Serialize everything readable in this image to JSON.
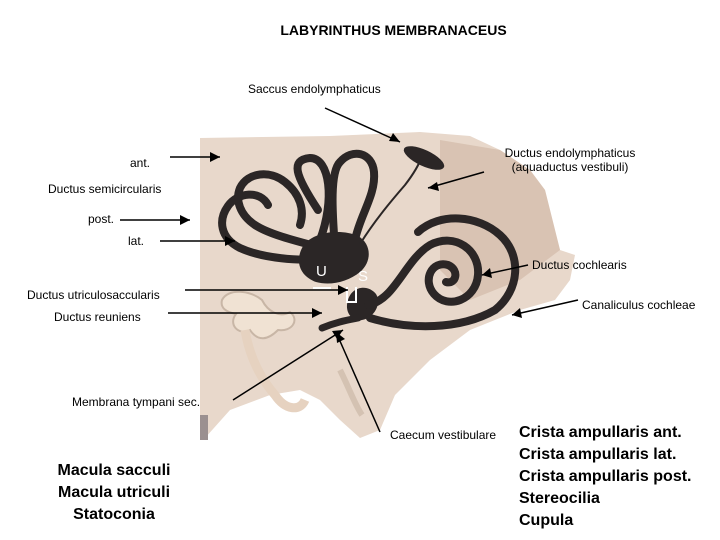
{
  "title": "LABYRINTHUS MEMBRANACEUS",
  "labels": {
    "saccus": "Saccus endolymphaticus",
    "ductus_endo_1": "Ductus endolymphaticus",
    "ductus_endo_2": "(aquaductus vestibuli)",
    "ant": "ant.",
    "semicircularis": "Ductus semicircularis",
    "post": "post.",
    "lat": "lat.",
    "u": "U",
    "s": "S",
    "cochlearis": "Ductus cochlearis",
    "utriculosaccularis": "Ductus utriculosaccularis",
    "canaliculus": "Canaliculus cochleae",
    "reuniens": "Ductus reuniens",
    "membrana": "Membrana tympani sec.",
    "caecum": "Caecum vestibulare"
  },
  "left_list": [
    "Macula sacculi",
    "Macula utriculi",
    "Statoconia"
  ],
  "right_list": [
    "Crista ampullaris ant.",
    "Crista ampullaris lat.",
    "Crista ampullaris post.",
    "Stereocilia",
    "Cupula"
  ],
  "colors": {
    "bone": "#e8d8cb",
    "bone_dark": "#d9c3b3",
    "duct": "#2b2626",
    "ossicle": "#f0e2d3",
    "pointer": "#000000"
  }
}
